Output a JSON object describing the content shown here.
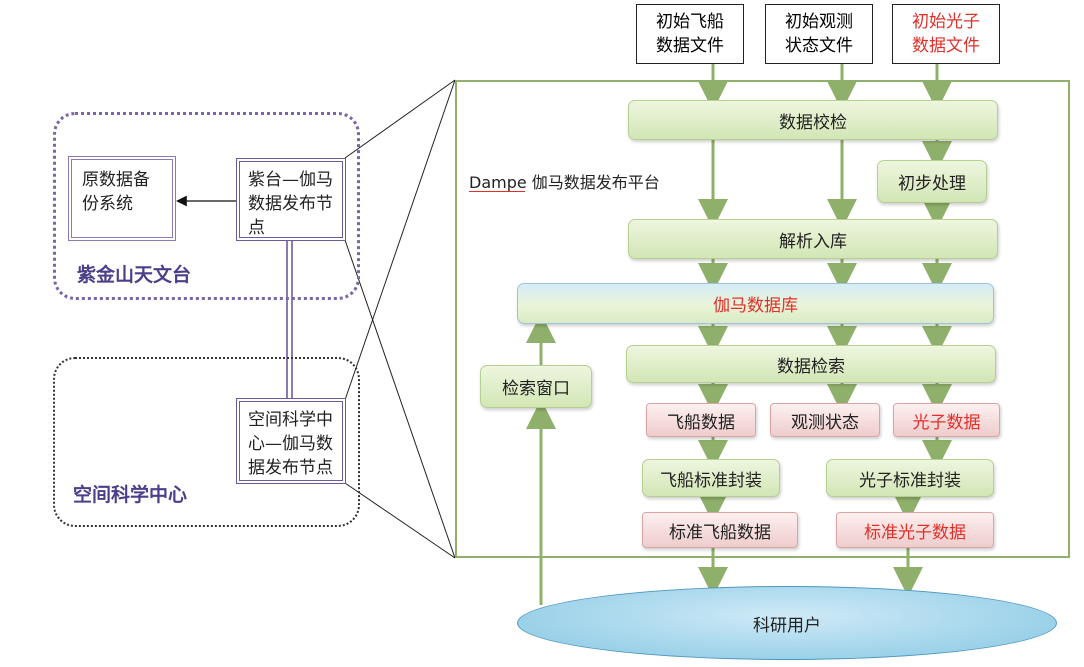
{
  "groups": {
    "pmo": "紫金山天文台",
    "nssc": "空间科学中心"
  },
  "left": {
    "backup_system": "原数据备份系统",
    "pmo_node": "紫台—伽马数据发布节点",
    "nssc_node": "空间科学中心—伽马数据发布节点"
  },
  "platform": {
    "title": "Dampe 伽马数据发布平台",
    "files": {
      "ship": "初始飞船数据文件",
      "obs_state": "初始观测状态文件",
      "photon": "初始光子数据文件"
    },
    "data_check": "数据校检",
    "preprocess": "初步处理",
    "parse_store": "解析入库",
    "gamma_db": "伽马数据库",
    "retrieval": "数据检索",
    "search_window": "检索窗口",
    "ship_data": "飞船数据",
    "obs_state": "观测状态",
    "photon_data": "光子数据",
    "ship_pack": "飞船标准封装",
    "photon_pack": "光子标准封装",
    "std_ship": "标准飞船数据",
    "std_photon": "标准光子数据",
    "users": "科研用户"
  },
  "colors": {
    "arrow_green": "#8fb06a",
    "highlight_red": "#e0302a",
    "group_purple": "#7a66a6"
  }
}
